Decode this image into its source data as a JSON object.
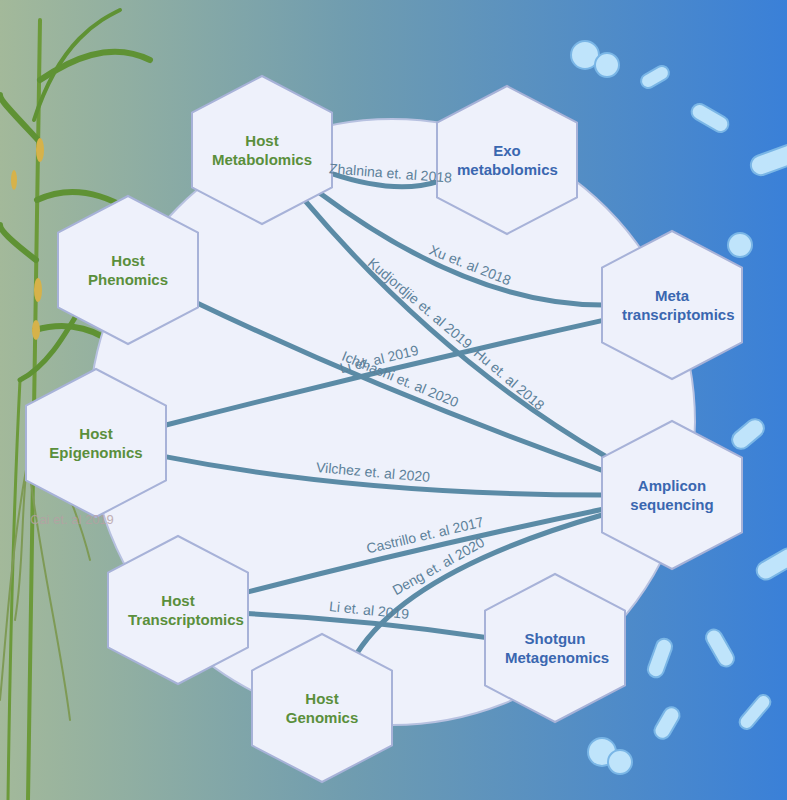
{
  "diagram": {
    "nodes": [
      {
        "text": [
          "Host Metabolomics"
        ]
      },
      {
        "text": [
          "Exo metabolomics"
        ]
      },
      {
        "text": [
          "Host Phenomics"
        ]
      },
      {
        "text": [
          "Meta transcriptomics"
        ]
      },
      {
        "text": [
          "Host Epigenomics"
        ]
      },
      {
        "text": [
          "Amplicon sequencing"
        ]
      },
      {
        "text": [
          "Host Transcriptomics"
        ]
      },
      {
        "text": [
          "Host Genomics"
        ]
      },
      {
        "text": [
          "Shotgun Metagenomics"
        ]
      }
    ],
    "edges": [
      {
        "from": 0,
        "to": 1,
        "label": "Zhalnina et. al 2018",
        "arrow": "none"
      },
      {
        "from": 0,
        "to": 3,
        "label": "Xu et. al 2018",
        "arrow": "none"
      },
      {
        "from": 0,
        "to": 5,
        "label": "Kudjordjie et. al 2019, Hu et. al 2018",
        "arrow": "none"
      },
      {
        "from": 2,
        "to": 5,
        "label": "Ichihashi et. al 2020",
        "arrow": "none"
      },
      {
        "from": 4,
        "to": 3,
        "label": "Li et. al 2019",
        "arrow": "none"
      },
      {
        "from": 4,
        "to": 5,
        "label": "Vilchez et. al 2020",
        "arrow": "none"
      },
      {
        "from": 6,
        "to": 5,
        "label": "Castrillo et. al 2017",
        "arrow": "none"
      },
      {
        "from": 6,
        "to": 8,
        "label": "Li et. al 2019",
        "arrow": "none"
      },
      {
        "from": 7,
        "to": 5,
        "label": "Deng et. al 2020",
        "arrow": "none"
      }
    ],
    "labels": [
      "Cai et. al 2019"
    ]
  }
}
